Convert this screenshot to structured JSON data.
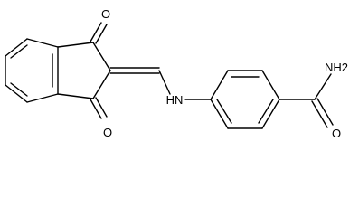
{
  "molecule": {
    "atoms": {
      "o_top": "O",
      "o_bottom": "O",
      "nh": "HN",
      "nh2": "NH2",
      "o_amide": "O"
    }
  },
  "colors": {
    "stroke": "#000000",
    "background": "#ffffff"
  }
}
